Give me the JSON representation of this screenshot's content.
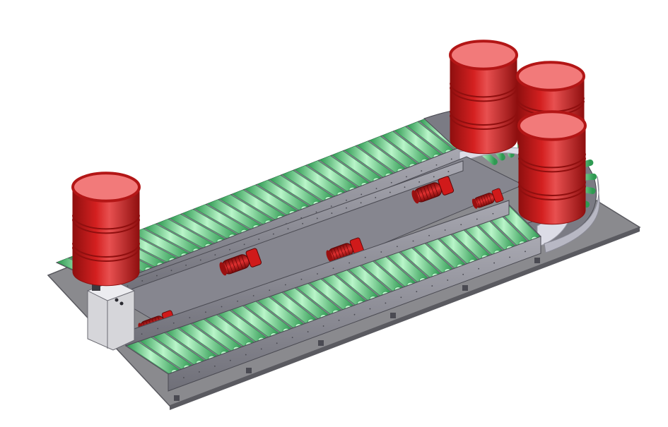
{
  "scene": {
    "subject": "roller-conveyor-loop-with-drums",
    "colors": {
      "background": "#ffffff",
      "floor_plate": "#8a8a8e",
      "floor_plate_edge": "#5a5a60",
      "frame": "#6f6f78",
      "frame_dark": "#4a4a52",
      "frame_light": "#a9a9b2",
      "roller": "#6fdc8c",
      "roller_dark": "#2f9a52",
      "roller_light": "#b9f5c9",
      "drum_body": "#d42020",
      "drum_dark": "#8f0f0f",
      "drum_top": "#f27a7a",
      "drum_rim": "#b31616",
      "motor": "#d01a1a",
      "cabinet": "#d6d6da",
      "curve_guard": "#dcdce6"
    },
    "drum_count": 4,
    "motor_count": 5
  }
}
